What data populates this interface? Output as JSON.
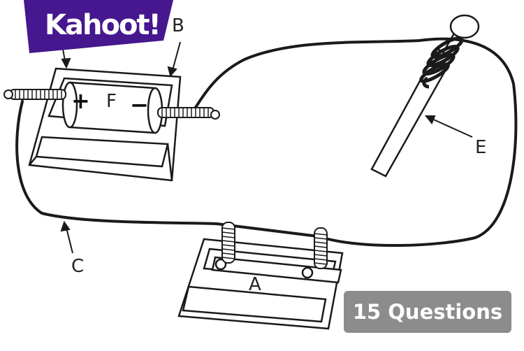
{
  "brand": {
    "logo_text": "Kahoot!",
    "color": "#46178F"
  },
  "badge": {
    "text": "15 Questions",
    "color": "#8C8C8C"
  },
  "labels": {
    "a": "A",
    "b": "B",
    "c": "C",
    "e": "E",
    "f": "F",
    "plus": "+",
    "minus": "−"
  }
}
